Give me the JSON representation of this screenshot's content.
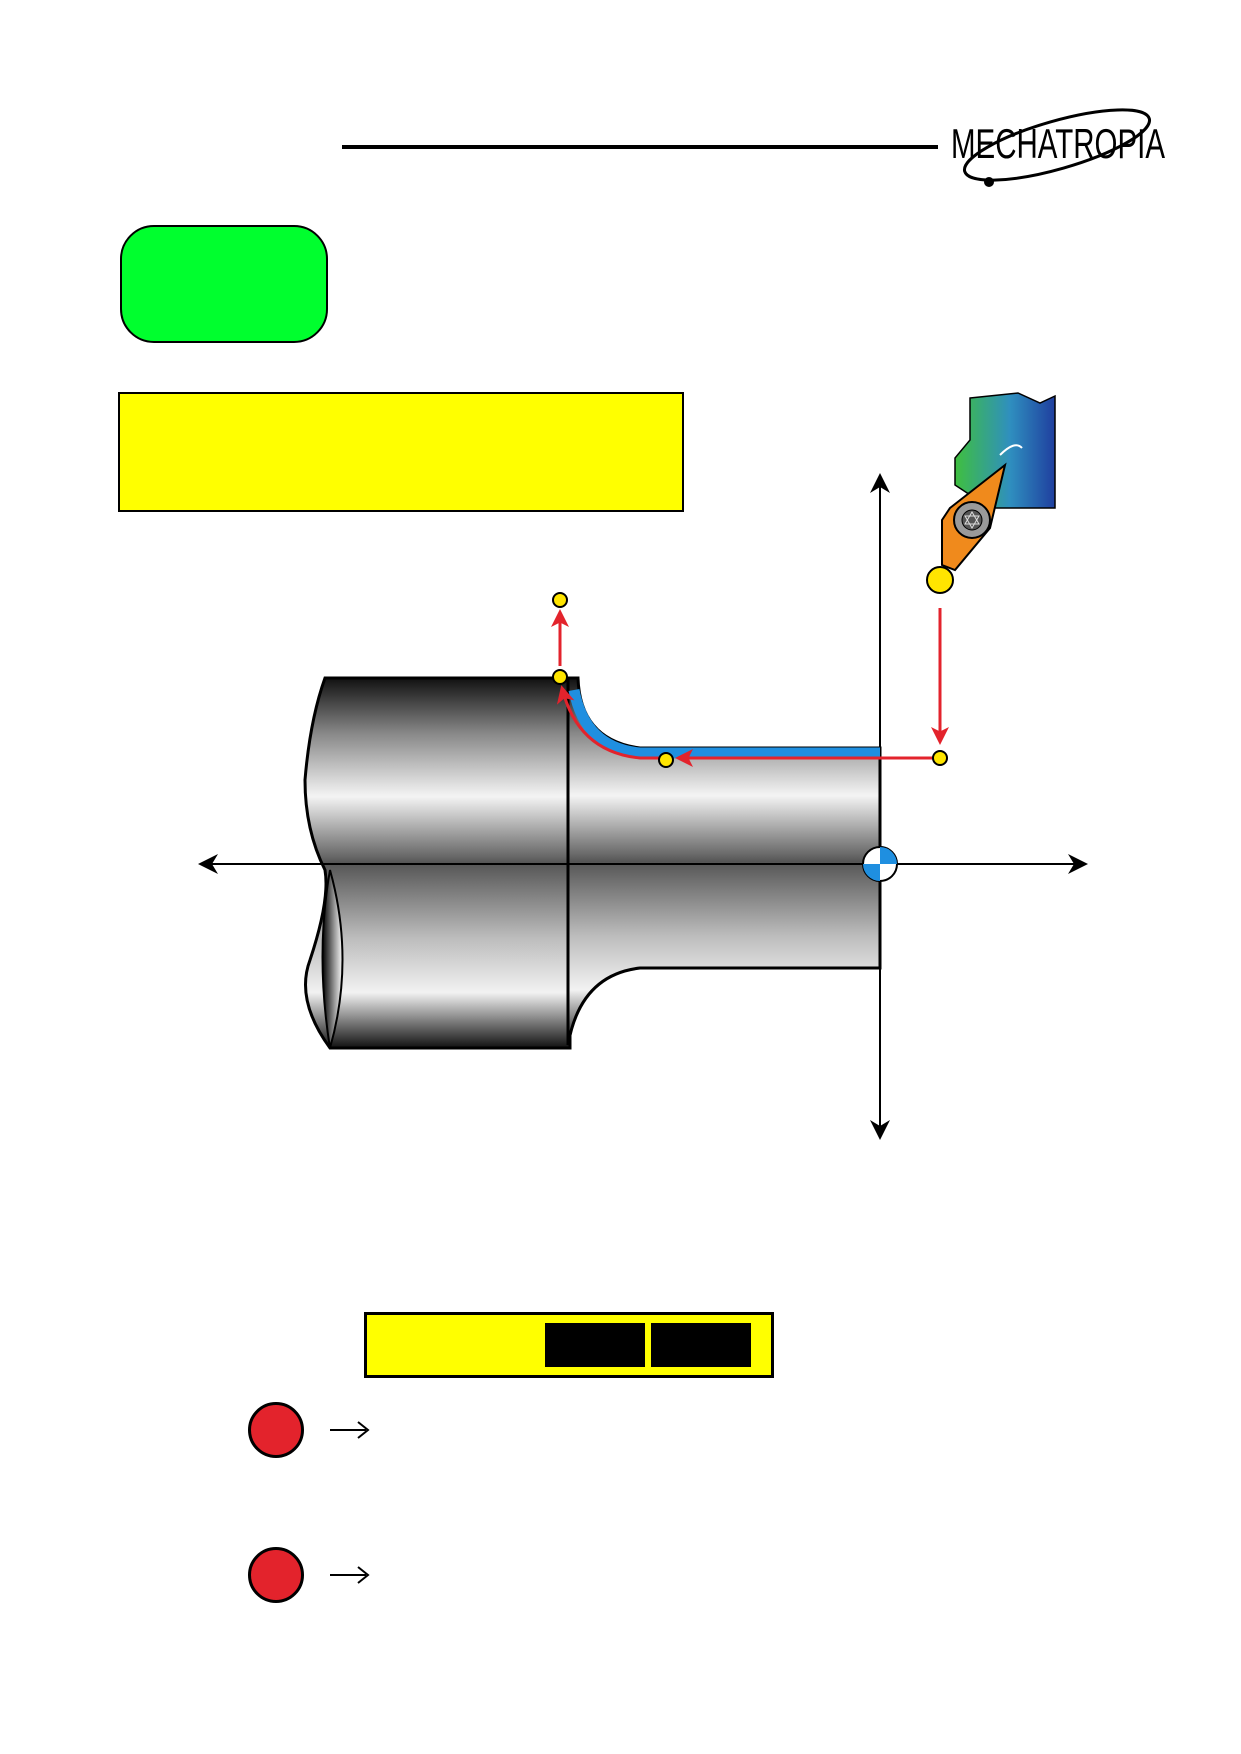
{
  "header": {
    "brand": "MECHATROPIA"
  },
  "colors": {
    "badge": "#00ff2e",
    "highlight_box": "#ffff00",
    "toolpath": "#e3232c",
    "finished_contour": "#1f8fe0",
    "point_marker": "#ffe500",
    "insert": "#f08a1c",
    "holder_gradient": [
      "#3fbf3f",
      "#2f8fbf",
      "#1f3f9f"
    ]
  },
  "diagram": {
    "parts": [
      "workpiece",
      "tool-holder",
      "insert",
      "x-axis",
      "z-axis",
      "program-origin",
      "toolpath"
    ],
    "icon": "turning-tool-icon"
  },
  "legend": {
    "items": [
      {
        "icon": "red-dot-icon"
      },
      {
        "icon": "red-dot-icon"
      }
    ]
  }
}
